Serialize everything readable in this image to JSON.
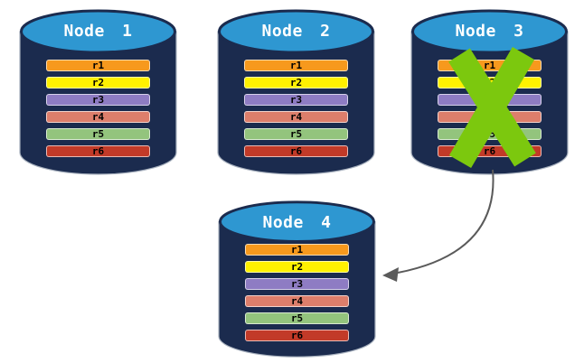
{
  "diagram": {
    "description": "Database replication diagram: four nodes each holding rows r1-r6; Node 3 is crossed out (failed) and an arrow points from Node 3 to Node 4",
    "colors": {
      "background": "#ffffff",
      "cylinder_body": "#1b2b4e",
      "cylinder_top": "#2e97d1",
      "x_mark": "#7cc80e",
      "arrow": "#5a5a5a"
    },
    "rows": [
      {
        "label": "r1",
        "color": "#f7991d"
      },
      {
        "label": "r2",
        "color": "#fff100"
      },
      {
        "label": "r3",
        "color": "#8e7cc3"
      },
      {
        "label": "r4",
        "color": "#dd7e6b"
      },
      {
        "label": "r5",
        "color": "#93c47d"
      },
      {
        "label": "r6",
        "color": "#c23a28"
      }
    ],
    "nodes": [
      {
        "label": "Node 1",
        "failed": false
      },
      {
        "label": "Node 2",
        "failed": false
      },
      {
        "label": "Node 3",
        "failed": true
      },
      {
        "label": "Node 4",
        "failed": false
      }
    ],
    "arrow": {
      "from": "Node 3",
      "to": "Node 4"
    }
  }
}
